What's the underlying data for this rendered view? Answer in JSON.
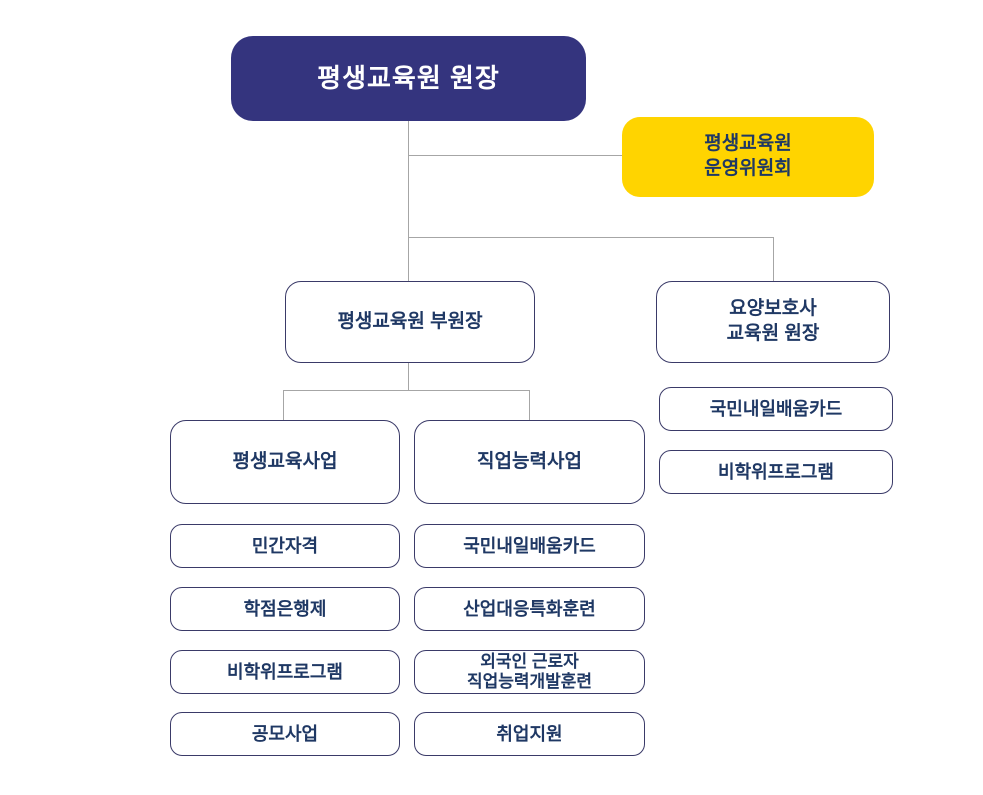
{
  "org": {
    "director": {
      "label": "평생교육원 원장"
    },
    "committee": {
      "label": "평생교육원\n운영위원회"
    },
    "vice_director": {
      "label": "평생교육원 부원장"
    },
    "care_director": {
      "label": "요양보호사\n교육원 원장"
    },
    "care_programs": [
      "국민내일배움카드",
      "비학위프로그램"
    ],
    "division_lifelong": {
      "label": "평생교육사업"
    },
    "division_vocational": {
      "label": "직업능력사업"
    },
    "lifelong_programs": [
      "민간자격",
      "학점은행제",
      "비학위프로그램",
      "공모사업"
    ],
    "vocational_programs": [
      "국민내일배움카드",
      "산업대응특화훈련",
      "외국인 근로자\n직업능력개발훈련",
      "취업지원"
    ]
  },
  "colors": {
    "primary_navy": "#34347E",
    "accent_yellow": "#FFD400",
    "text_navy": "#1F3864",
    "border_navy": "#3A3A68",
    "connector_gray": "#A6A6A6"
  }
}
